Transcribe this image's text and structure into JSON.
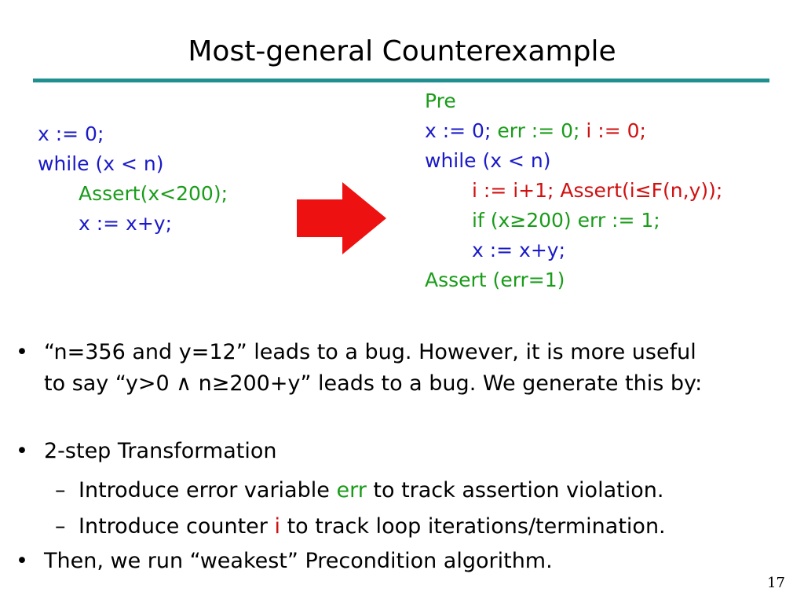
{
  "title": "Most-general Counterexample",
  "left_code": {
    "line1": "x := 0;",
    "line2": "while (x < n)",
    "line3": "Assert(x<200);",
    "line4": "x := x+y;"
  },
  "right_code": {
    "pre": "Pre",
    "l2a": "x := 0;",
    "l2b": "err := 0;",
    "l2c": "i := 0;",
    "l3": "while (x < n)",
    "l4": "i := i+1; Assert(i≤F(n,y));",
    "l5": "if (x≥200) err := 1;",
    "l6": "x := x+y;",
    "l7": "Assert (err=1)"
  },
  "bullets": {
    "b1_line1": "“n=356 and y=12” leads to a bug. However, it is more useful",
    "b1_line2": "to say “y>0 ∧ n≥200+y” leads to a bug. We generate this by:",
    "b2": "2-step Transformation",
    "s1_pre": "Introduce error variable",
    "s1_kw": "err",
    "s1_post": "to track assertion violation.",
    "s2_pre": "Introduce counter",
    "s2_kw": "i",
    "s2_post": "to track loop iterations/termination.",
    "b3": "Then, we run “weakest” Precondition algorithm."
  },
  "bullet_char": "•",
  "dash_char": "–",
  "page_number": "17",
  "colors": {
    "rule": "#1f8f8f",
    "blue": "#1a1ac8",
    "green": "#1a9c1a",
    "red": "#d01010",
    "arrow": "#ee1111"
  }
}
